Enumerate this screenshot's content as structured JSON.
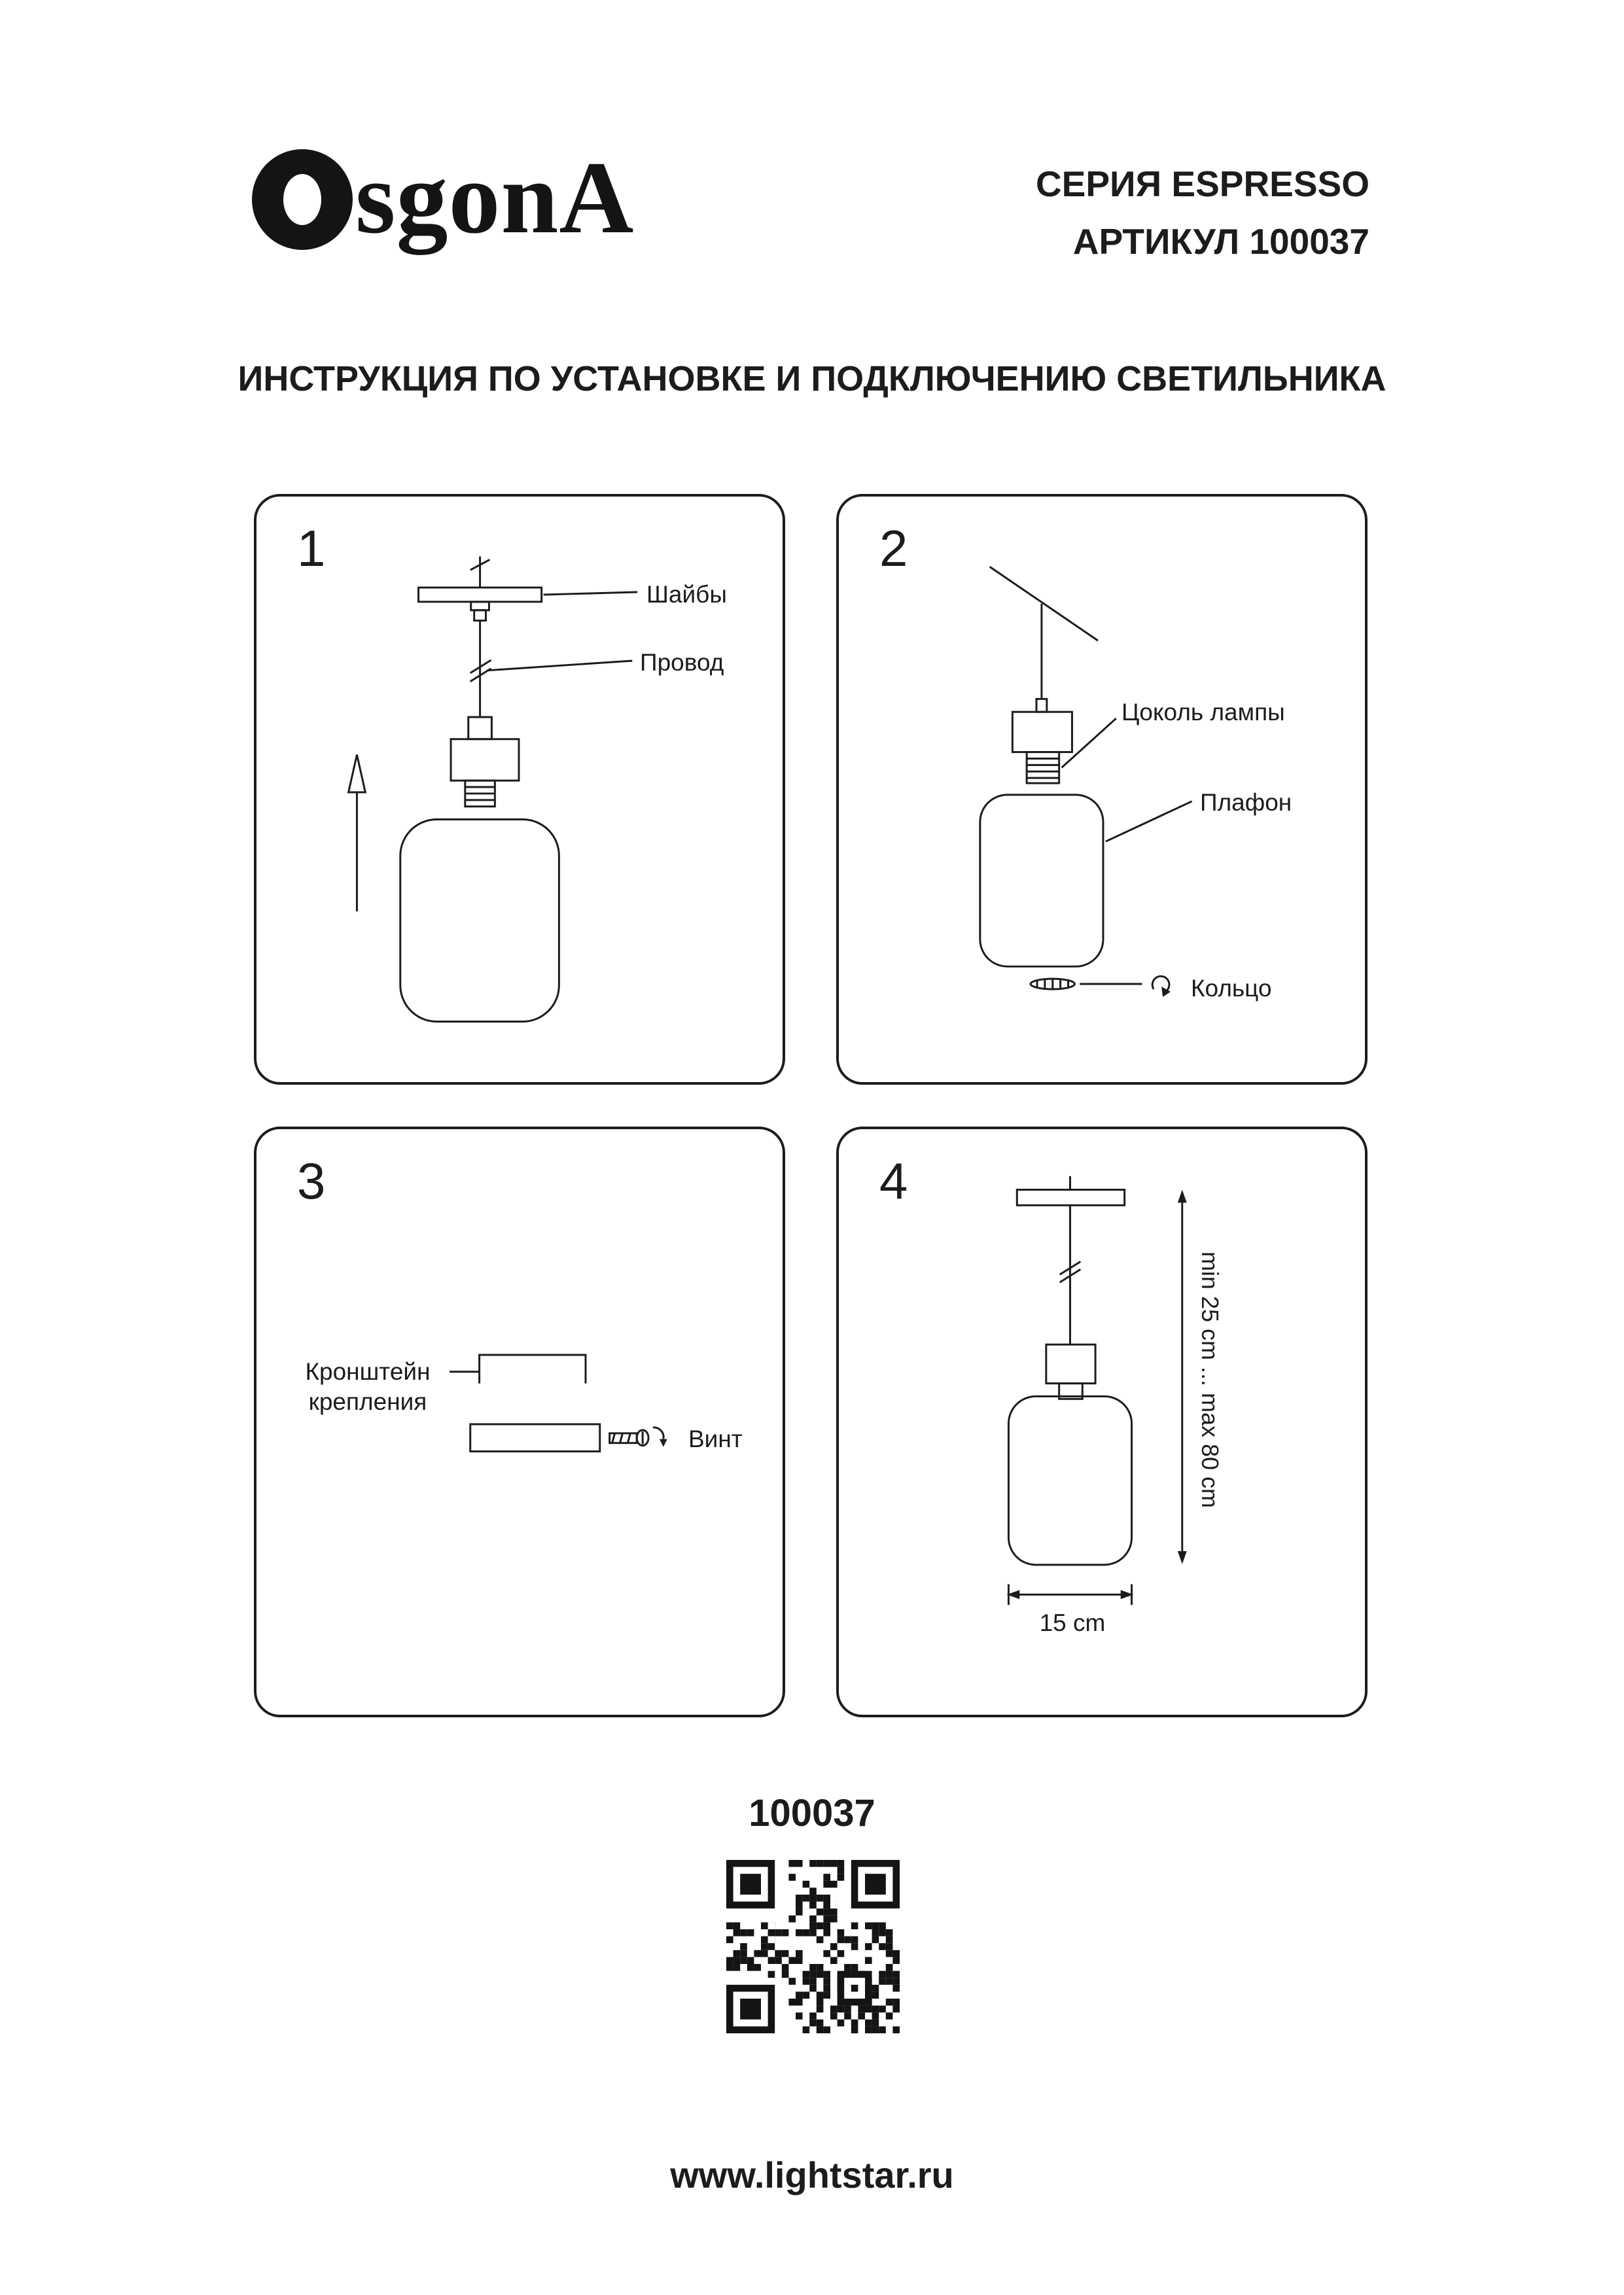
{
  "header": {
    "logo_text": "sgonA",
    "series": "СЕРИЯ ESPRESSO",
    "article": "АРТИКУЛ 100037"
  },
  "title": "ИНСТРУКЦИЯ ПО УСТАНОВКЕ И ПОДКЛЮЧЕНИЮ СВЕТИЛЬНИКА",
  "panels": [
    {
      "number": "1",
      "label_washers": "Шайбы",
      "label_wire": "Провод"
    },
    {
      "number": "2",
      "label_socket": "Цоколь лампы",
      "label_shade": "Плафон",
      "label_ring": "Кольцо"
    },
    {
      "number": "3",
      "label_bracket_line1": "Кронштейн",
      "label_bracket_line2": "крепления",
      "label_screw": "Винт"
    },
    {
      "number": "4",
      "label_height": "min 25 cm ... max 80 cm",
      "label_width": "15 cm"
    }
  ],
  "footer": {
    "article_number": "100037",
    "website": "www.lightstar.ru"
  },
  "colors": {
    "ink": "#1c1c1c",
    "paper": "#ffffff"
  }
}
